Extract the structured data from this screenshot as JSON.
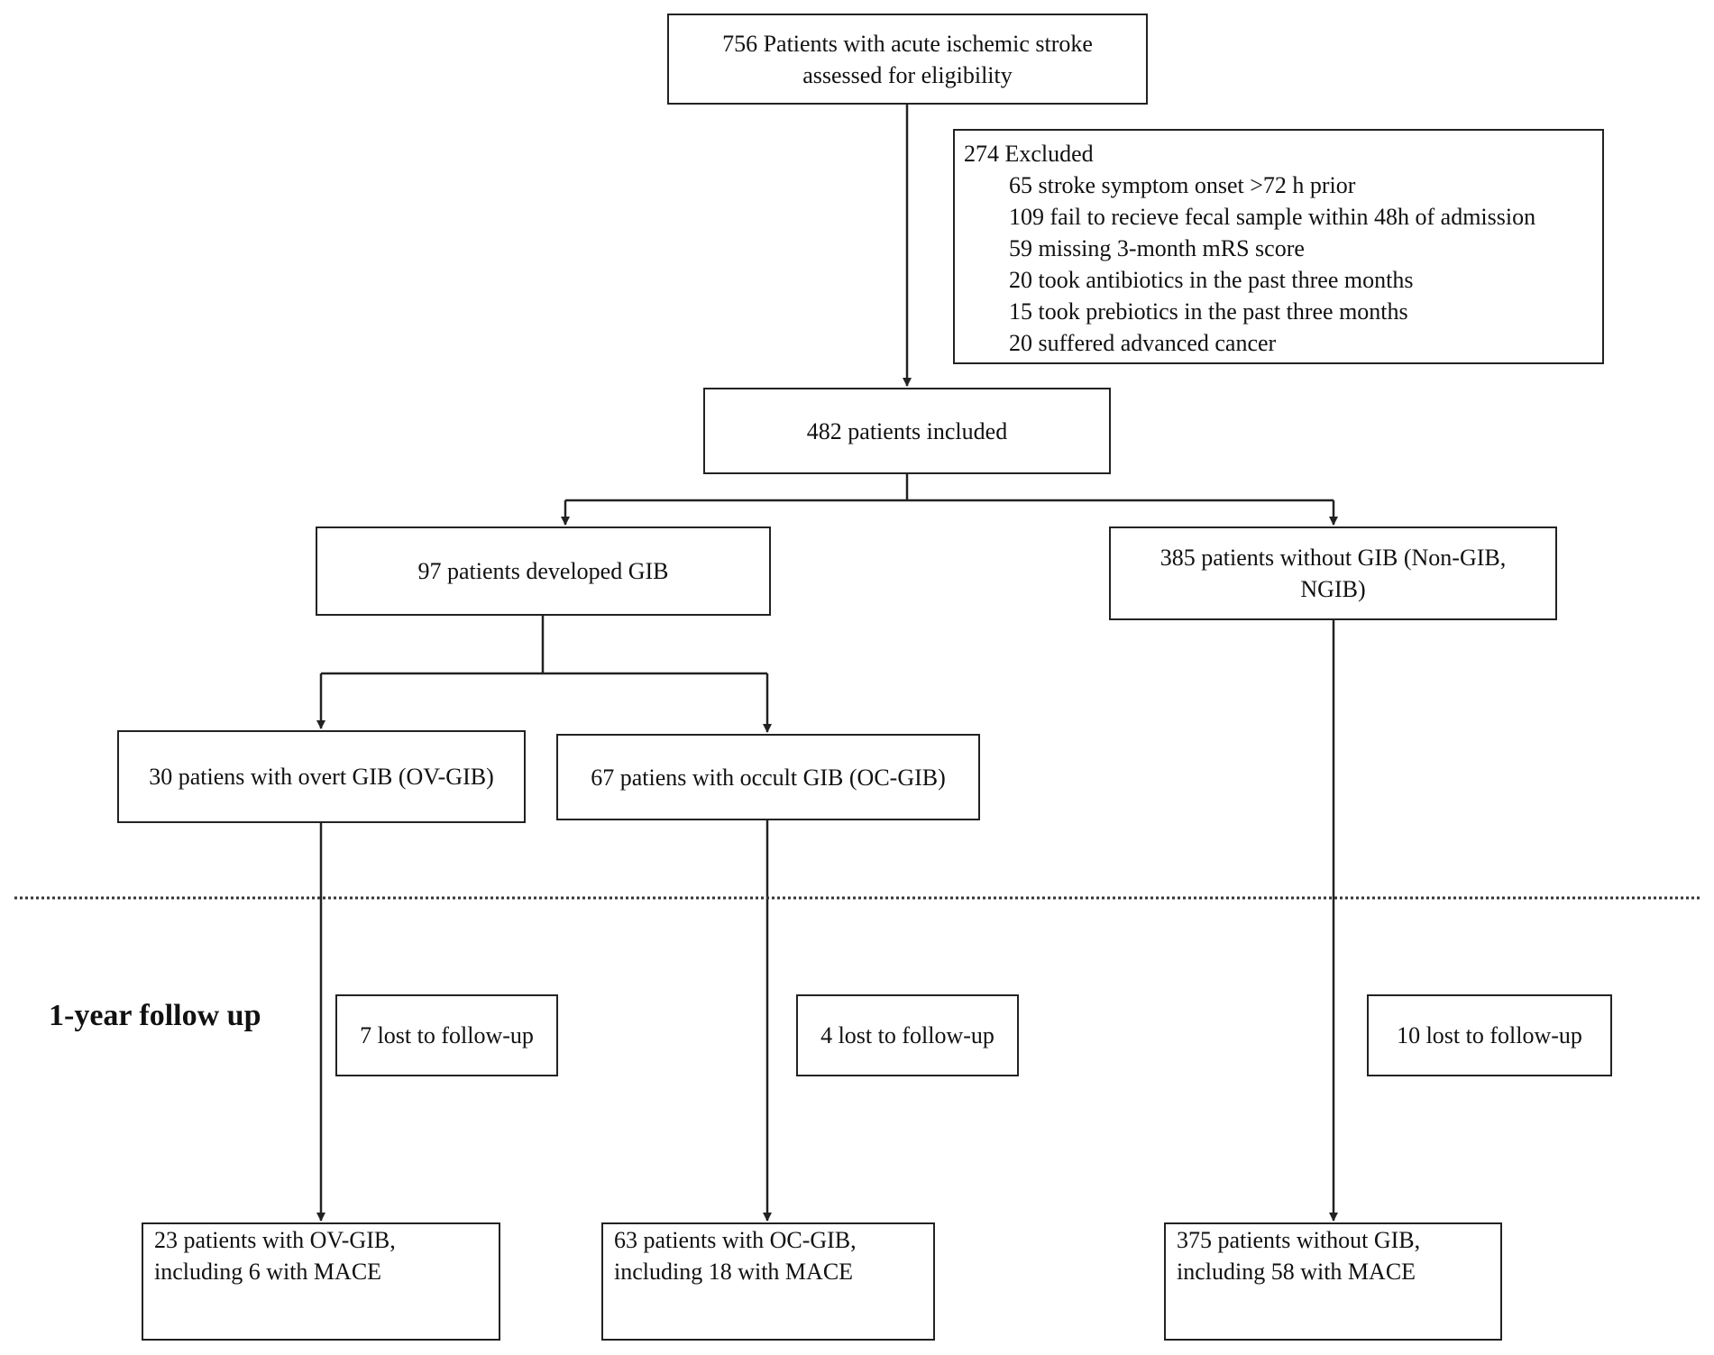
{
  "screening": {
    "line1": "756 Patients with acute ischemic stroke",
    "line2": "assessed for eligibility"
  },
  "excluded": {
    "title": "274 Excluded",
    "items": [
      "65 stroke symptom onset >72 h prior",
      "109 fail to recieve fecal sample within 48h of admission",
      "59 missing 3-month mRS score",
      "20 took antibiotics in the past three months",
      "15 took prebiotics in the past three months",
      "20 suffered advanced cancer"
    ]
  },
  "included": {
    "text": "482 patients included"
  },
  "gib": {
    "text": "97 patients developed GIB"
  },
  "ngib": {
    "line1": "385 patients without GIB (Non-GIB,",
    "line2": "NGIB)"
  },
  "ovgib": {
    "text": "30 patiens with overt GIB (OV-GIB)"
  },
  "ocgib": {
    "text": "67 patiens with occult GIB (OC-GIB)"
  },
  "followup_label": "1-year follow up",
  "lost": {
    "ov": "7 lost to follow-up",
    "oc": "4 lost to follow-up",
    "ngib": "10 lost to follow-up"
  },
  "final": {
    "ov": {
      "line1": "23 patients with OV-GIB,",
      "line2": "including 6 with MACE"
    },
    "oc": {
      "line1": "63 patients with OC-GIB,",
      "line2": "including 18 with MACE"
    },
    "ngib": {
      "line1": "375 patients without GIB,",
      "line2": "including 58 with MACE"
    }
  }
}
